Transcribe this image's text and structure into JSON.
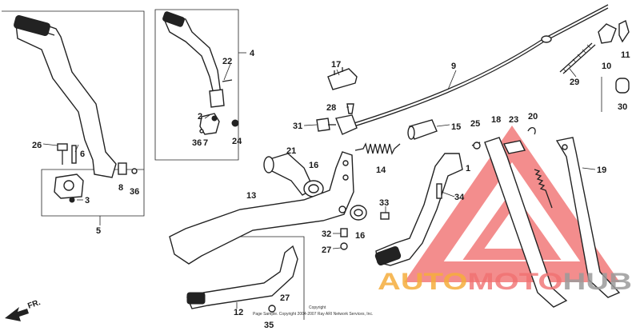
{
  "parts": [
    {
      "id": "p1",
      "label": "1"
    },
    {
      "id": "p2",
      "label": "2"
    },
    {
      "id": "p3",
      "label": "3"
    },
    {
      "id": "p4",
      "label": "4"
    },
    {
      "id": "p5",
      "label": "5"
    },
    {
      "id": "p6",
      "label": "6"
    },
    {
      "id": "p7",
      "label": "7"
    },
    {
      "id": "p8",
      "label": "8"
    },
    {
      "id": "p9",
      "label": "9"
    },
    {
      "id": "p10",
      "label": "10"
    },
    {
      "id": "p11",
      "label": "11"
    },
    {
      "id": "p12",
      "label": "12"
    },
    {
      "id": "p13",
      "label": "13"
    },
    {
      "id": "p14",
      "label": "14"
    },
    {
      "id": "p15",
      "label": "15"
    },
    {
      "id": "p16a",
      "label": "16"
    },
    {
      "id": "p16b",
      "label": "16"
    },
    {
      "id": "p17",
      "label": "17"
    },
    {
      "id": "p18",
      "label": "18"
    },
    {
      "id": "p19",
      "label": "19"
    },
    {
      "id": "p20",
      "label": "20"
    },
    {
      "id": "p21",
      "label": "21"
    },
    {
      "id": "p22",
      "label": "22"
    },
    {
      "id": "p23",
      "label": "23"
    },
    {
      "id": "p24",
      "label": "24"
    },
    {
      "id": "p25",
      "label": "25"
    },
    {
      "id": "p26",
      "label": "26"
    },
    {
      "id": "p27a",
      "label": "27"
    },
    {
      "id": "p27b",
      "label": "27"
    },
    {
      "id": "p28",
      "label": "28"
    },
    {
      "id": "p29",
      "label": "29"
    },
    {
      "id": "p30",
      "label": "30"
    },
    {
      "id": "p31",
      "label": "31"
    },
    {
      "id": "p32",
      "label": "32"
    },
    {
      "id": "p33",
      "label": "33"
    },
    {
      "id": "p34",
      "label": "34"
    },
    {
      "id": "p35",
      "label": "35"
    },
    {
      "id": "p36a",
      "label": "36"
    },
    {
      "id": "p36b",
      "label": "36"
    }
  ],
  "direction_label": "FR.",
  "copyright": {
    "line1": "Copyright",
    "line2": "Page Sample. Copyright 2004-2007 Ray ARI Network Services, Inc."
  },
  "watermark": {
    "part1": "AUTO",
    "part2": "MOTO",
    "part3": "HUB",
    "color_orange": "#f4ad3c",
    "color_red": "#f07070",
    "color_gray": "#9a9a9a"
  }
}
